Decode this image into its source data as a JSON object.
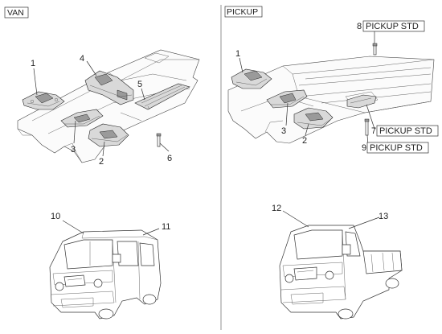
{
  "sections": {
    "van": "VAN",
    "pickup": "PICKUP"
  },
  "van_callouts": {
    "c1": "1",
    "c2": "2",
    "c3": "3",
    "c4": "4",
    "c5": "5",
    "c6": "6",
    "c10": "10",
    "c11": "11"
  },
  "pickup_callouts": {
    "c1": "1",
    "c2": "2",
    "c3": "3",
    "c7": "7",
    "c8": "8",
    "c9": "9",
    "c12": "12",
    "c13": "13",
    "c7_note": "PICKUP STD",
    "c8_note": "PICKUP STD",
    "c9_note": "PICKUP STD"
  }
}
